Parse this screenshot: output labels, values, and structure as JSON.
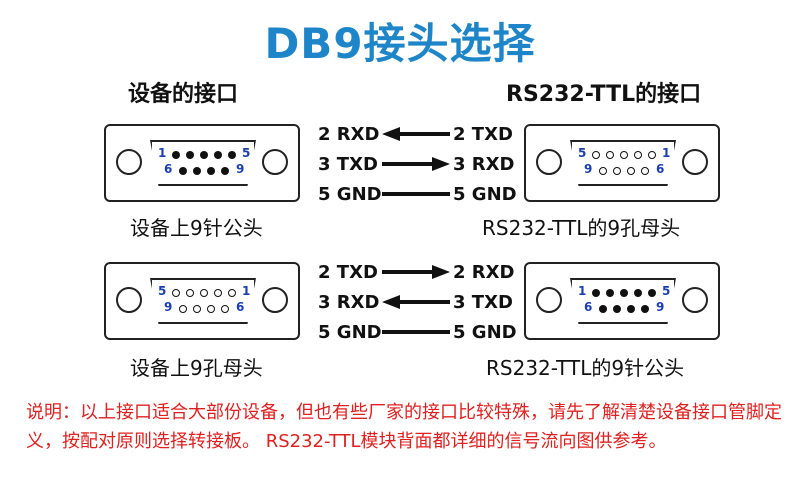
{
  "title": "DB9接头选择",
  "headers": {
    "device": "设备的接口",
    "ttl": "RS232-TTL的接口"
  },
  "row1": {
    "left_caption": "设备上9针公头",
    "right_caption": "RS232-TTL的9孔母头",
    "left_pin_labels": {
      "tl": "1",
      "tr": "5",
      "bl": "6",
      "br": "9"
    },
    "right_pin_labels": {
      "tl": "5",
      "tr": "1",
      "bl": "9",
      "br": "6"
    },
    "left_type": "male",
    "right_type": "female",
    "wires": [
      {
        "left": "2 RXD",
        "right": "2 TXD",
        "direction": "left"
      },
      {
        "left": "3 TXD",
        "right": "3 RXD",
        "direction": "right"
      },
      {
        "left": "5 GND",
        "right": "5 GND",
        "direction": "none"
      }
    ]
  },
  "row2": {
    "left_caption": "设备上9孔母头",
    "right_caption": "RS232-TTL的9针公头",
    "left_pin_labels": {
      "tl": "5",
      "tr": "1",
      "bl": "9",
      "br": "6"
    },
    "right_pin_labels": {
      "tl": "1",
      "tr": "5",
      "bl": "6",
      "br": "9"
    },
    "left_type": "female",
    "right_type": "male",
    "wires": [
      {
        "left": "2 TXD",
        "right": "2 RXD",
        "direction": "right"
      },
      {
        "left": "3 RXD",
        "right": "3 TXD",
        "direction": "left"
      },
      {
        "left": "5 GND",
        "right": "5 GND",
        "direction": "none"
      }
    ]
  },
  "note": "说明：以上接口适合大部份设备，但也有些厂家的接口比较特殊，请先了解清楚设备接口管脚定义，按配对原则选择转接板。 RS232-TTL模块背面都详细的信号流向图供参考。",
  "colors": {
    "title": "#1e86c8",
    "note": "#e02020",
    "pin_label": "#1a3fb0"
  }
}
